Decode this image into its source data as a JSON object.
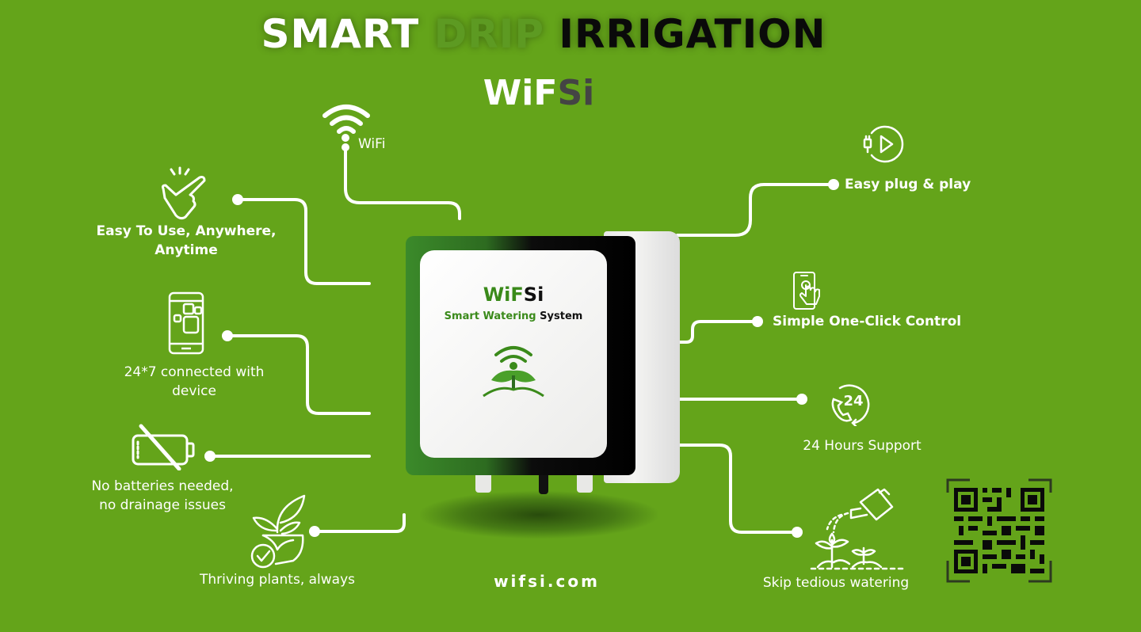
{
  "header": {
    "title_parts": [
      "SMART",
      "DRIP",
      "IRRIGATION"
    ],
    "brand_parts": [
      "WiF",
      "Si"
    ]
  },
  "device": {
    "brand_parts": [
      "WiF",
      "Si"
    ],
    "subtitle_parts": [
      "Smart Watering",
      "System"
    ],
    "logo_icon": "wifi-plant-logo-icon"
  },
  "features_left": [
    {
      "label": "WiFi",
      "icon": "wifi-icon"
    },
    {
      "label_line1": "Easy To Use, Anywhere,",
      "label_line2": "Anytime",
      "icon": "tap-hand-icon"
    },
    {
      "label_line1": "24*7 connected with",
      "label_line2": "device",
      "icon": "smartphone-apps-icon"
    },
    {
      "label_line1": "No batteries needed,",
      "label_line2": "no drainage issues",
      "icon": "no-battery-icon"
    },
    {
      "label": "Thriving plants, always",
      "icon": "plant-check-icon"
    }
  ],
  "features_right": [
    {
      "label": "Easy plug & play",
      "icon": "plug-play-icon"
    },
    {
      "label": "Simple One-Click Control",
      "icon": "phone-touch-icon"
    },
    {
      "label": "24 Hours Support",
      "icon": "support-24-icon",
      "icon_text": "24"
    },
    {
      "label": "Skip tedious watering",
      "icon": "watering-can-icon"
    }
  ],
  "footer": {
    "url": "wifsi.com",
    "qr_icon": "qr-code-icon"
  },
  "colors": {
    "background": "#64a41a",
    "dark_green": "#3a8a1a",
    "text": "#ffffff",
    "brand_dark": "#444444"
  }
}
